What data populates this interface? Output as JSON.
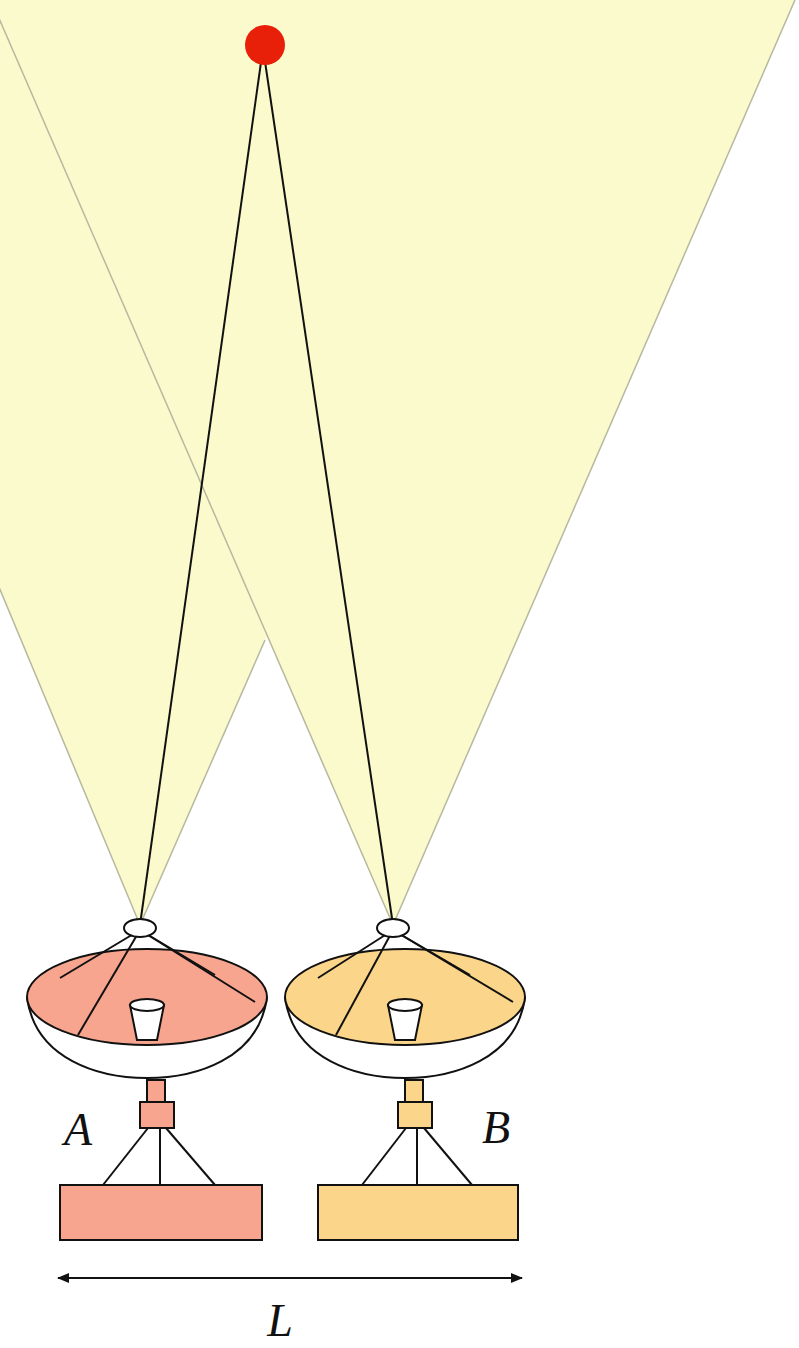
{
  "diagram": {
    "labels": [
      "A",
      "B",
      "L"
    ]
  }
}
